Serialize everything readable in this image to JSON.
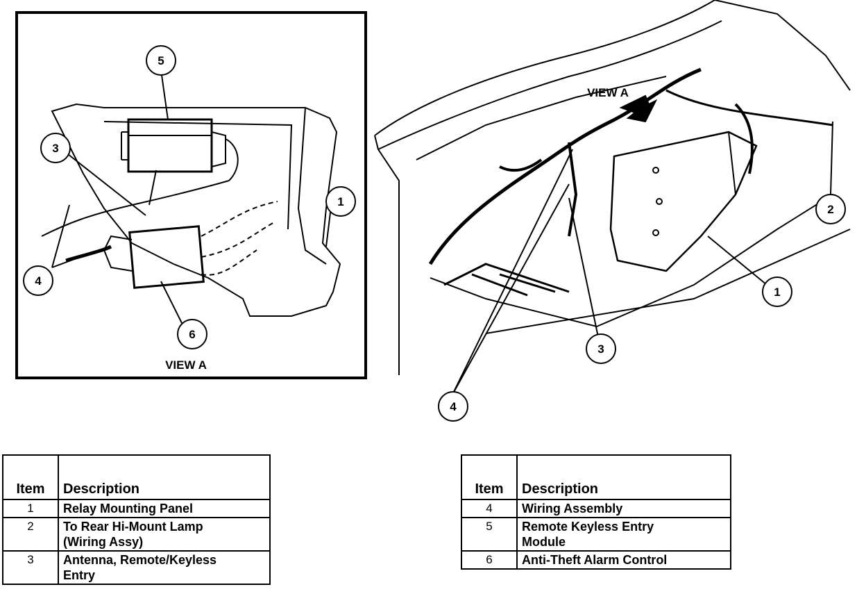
{
  "inset": {
    "view_label": "VIEW A",
    "callouts": [
      "5",
      "3",
      "1",
      "4",
      "6"
    ]
  },
  "main": {
    "view_label": "VIEW A",
    "callouts": [
      "2",
      "1",
      "3",
      "4"
    ]
  },
  "legend_left": {
    "headers": {
      "item": "Item",
      "description": "Description"
    },
    "rows": [
      {
        "item": "1",
        "lines": [
          "Relay Mounting Panel"
        ]
      },
      {
        "item": "2",
        "lines": [
          "To Rear Hi-Mount Lamp",
          "(Wiring Assy)"
        ]
      },
      {
        "item": "3",
        "lines": [
          "Antenna, Remote/Keyless",
          "Entry"
        ]
      }
    ]
  },
  "legend_right": {
    "headers": {
      "item": "Item",
      "description": "Description"
    },
    "rows": [
      {
        "item": "4",
        "lines": [
          "Wiring Assembly"
        ]
      },
      {
        "item": "5",
        "lines": [
          "Remote Keyless Entry",
          "Module"
        ]
      },
      {
        "item": "6",
        "lines": [
          "Anti-Theft Alarm Control"
        ]
      }
    ]
  }
}
